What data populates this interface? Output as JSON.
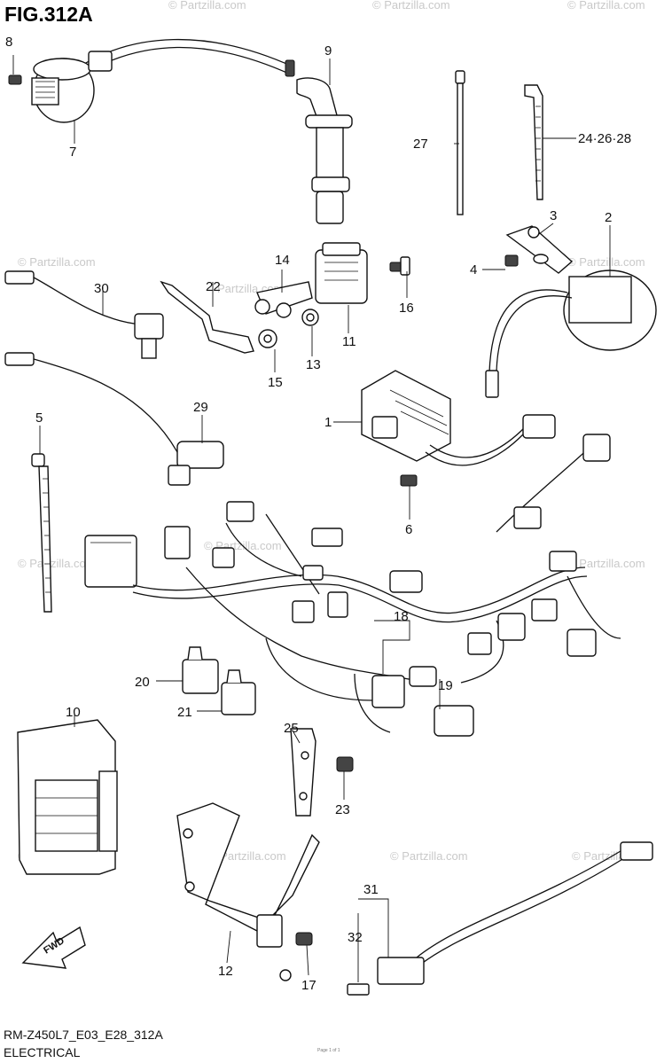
{
  "figure": {
    "title": "FIG.312A",
    "model_code": "RM-Z450L7_E03_E28_312A",
    "section": "ELECTRICAL",
    "fwd_label": "FWD",
    "footer_fineprint": "Page 1 of 1",
    "watermark": "© Partzilla.com",
    "watermark_alt": "Partzilla.com"
  },
  "callouts": [
    {
      "id": "c1",
      "label": "1"
    },
    {
      "id": "c2",
      "label": "2"
    },
    {
      "id": "c3",
      "label": "3"
    },
    {
      "id": "c4",
      "label": "4"
    },
    {
      "id": "c5",
      "label": "5"
    },
    {
      "id": "c6",
      "label": "6"
    },
    {
      "id": "c7",
      "label": "7"
    },
    {
      "id": "c8",
      "label": "8"
    },
    {
      "id": "c9",
      "label": "9"
    },
    {
      "id": "c10",
      "label": "10"
    },
    {
      "id": "c11",
      "label": "11"
    },
    {
      "id": "c12",
      "label": "12"
    },
    {
      "id": "c13",
      "label": "13"
    },
    {
      "id": "c14",
      "label": "14"
    },
    {
      "id": "c15",
      "label": "15"
    },
    {
      "id": "c16",
      "label": "16"
    },
    {
      "id": "c17",
      "label": "17"
    },
    {
      "id": "c18",
      "label": "18"
    },
    {
      "id": "c19",
      "label": "19"
    },
    {
      "id": "c20",
      "label": "20"
    },
    {
      "id": "c21",
      "label": "21"
    },
    {
      "id": "c22",
      "label": "22"
    },
    {
      "id": "c23",
      "label": "23"
    },
    {
      "id": "c24",
      "label": "24·26·28"
    },
    {
      "id": "c25",
      "label": "25"
    },
    {
      "id": "c27",
      "label": "27"
    },
    {
      "id": "c29",
      "label": "29"
    },
    {
      "id": "c30",
      "label": "30"
    },
    {
      "id": "c31",
      "label": "31"
    },
    {
      "id": "c32",
      "label": "32"
    }
  ]
}
